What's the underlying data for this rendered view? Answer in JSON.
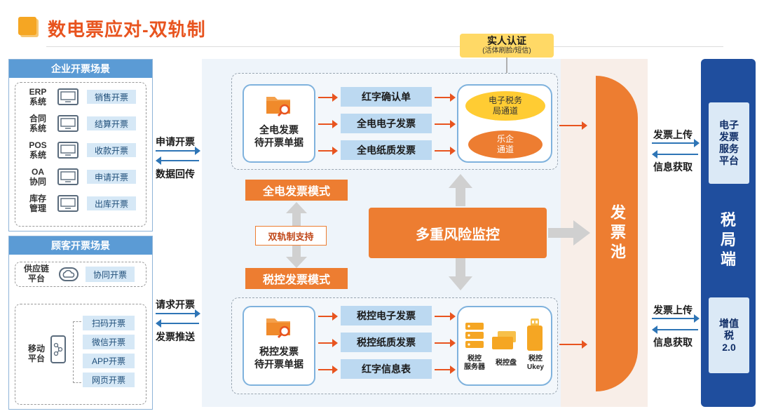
{
  "title": "数电票应对-双轨制",
  "enterprise": {
    "header": "企业开票场景",
    "rows": [
      {
        "system": "ERP\n系统",
        "icon": "erp-monitor-icon",
        "action": "销售开票"
      },
      {
        "system": "合同\n系统",
        "icon": "contract-globe-icon",
        "action": "结算开票"
      },
      {
        "system": "POS\n系统",
        "icon": "pos-terminal-icon",
        "action": "收款开票"
      },
      {
        "system": "OA\n协同",
        "icon": "oa-board-icon",
        "action": "申请开票"
      },
      {
        "system": "库存\n管理",
        "icon": "inventory-search-icon",
        "action": "出库开票"
      }
    ]
  },
  "customer": {
    "header": "顾客开票场景",
    "supply": {
      "system": "供应链\n平台",
      "icon": "cloud-sync-icon",
      "action": "协同开票"
    },
    "mobile": {
      "system": "移动\n平台",
      "icon": "mobile-share-icon",
      "actions": [
        "扫码开票",
        "微信开票",
        "APP开票",
        "网页开票"
      ]
    }
  },
  "flows": {
    "upper_in": "申请开票",
    "upper_out": "数据回传",
    "lower_in": "请求开票",
    "lower_out": "发票推送"
  },
  "auth": {
    "main": "实人认证",
    "sub": "(活体刷脸/短信)"
  },
  "full_electric": {
    "doc": "全电发票\n待开票单据",
    "items": [
      "红字确认单",
      "全电电子发票",
      "全电纸质发票"
    ],
    "channels": [
      "电子税务\n局通道",
      "乐企\n通道"
    ],
    "mode": "全电发票模式"
  },
  "dual_support": "双轨制支持",
  "risk": "多重风险监控",
  "tax_control": {
    "mode": "税控发票模式",
    "doc": "税控发票\n待开票单据",
    "items": [
      "税控电子发票",
      "税控纸质发票",
      "红字信息表"
    ],
    "devices": [
      "税控\n服务器",
      "税控盘",
      "税控\nUkey"
    ]
  },
  "pool": "发票池",
  "right_flows": {
    "upload_top": "发票上传",
    "fetch_top": "信息获取",
    "upload_bottom": "发票上传",
    "fetch_bottom": "信息获取"
  },
  "tax_bureau": {
    "cards": [
      "电子\n发票\n服务\n平台",
      "增值\n税\n2.0"
    ],
    "main": "税\n局\n端"
  },
  "colors": {
    "accent": "#ed7d31",
    "title": "#e8541f",
    "blue": "#5b9bd5",
    "navy": "#1f4e9e",
    "yellow": "#ffd966"
  }
}
